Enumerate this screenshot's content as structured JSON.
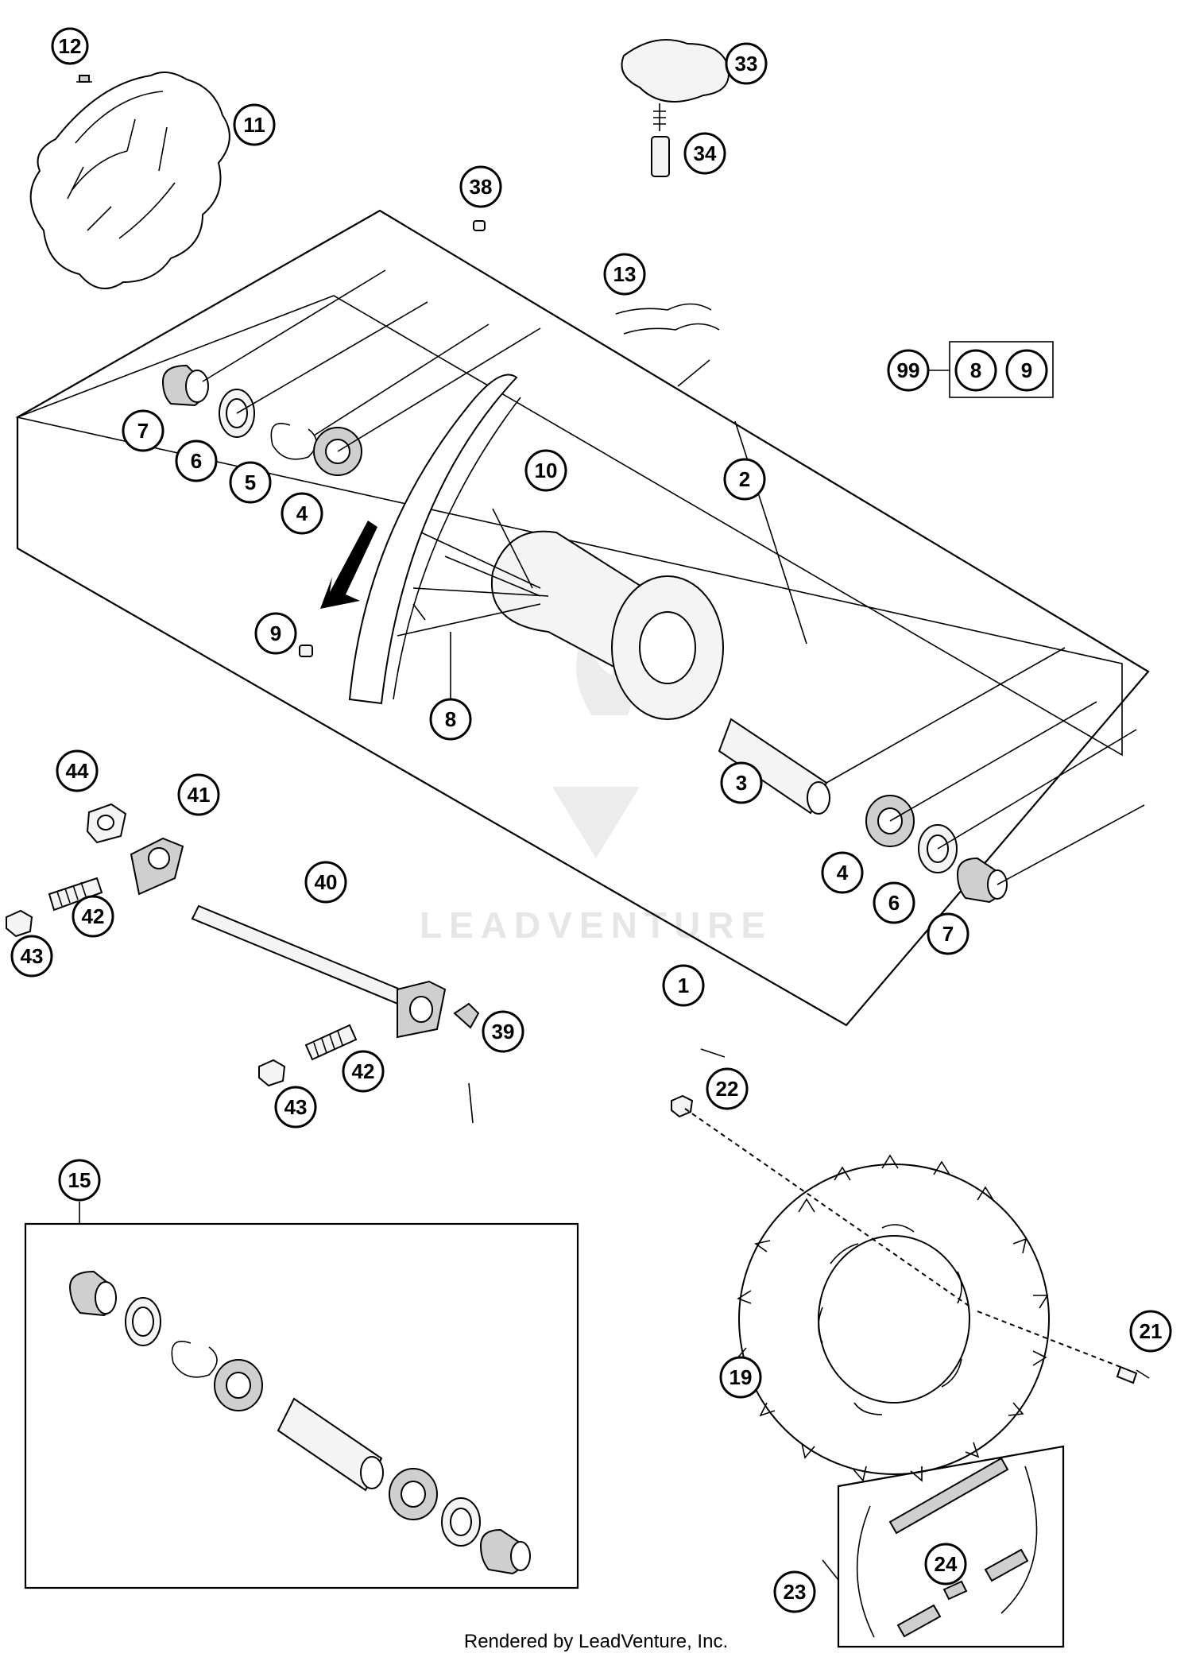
{
  "watermark": "LEADVENTURE",
  "footer": "Rendered by LeadVenture, Inc.",
  "callouts": [
    {
      "id": "c12",
      "label": "12"
    },
    {
      "id": "c11",
      "label": "11"
    },
    {
      "id": "c33",
      "label": "33"
    },
    {
      "id": "c34",
      "label": "34"
    },
    {
      "id": "c38",
      "label": "38"
    },
    {
      "id": "c13",
      "label": "13"
    },
    {
      "id": "c99",
      "label": "99"
    },
    {
      "id": "c8a",
      "label": "8"
    },
    {
      "id": "c9a",
      "label": "9"
    },
    {
      "id": "c7a",
      "label": "7"
    },
    {
      "id": "c6a",
      "label": "6"
    },
    {
      "id": "c5a",
      "label": "5"
    },
    {
      "id": "c4a",
      "label": "4"
    },
    {
      "id": "c10",
      "label": "10"
    },
    {
      "id": "c2",
      "label": "2"
    },
    {
      "id": "c9b",
      "label": "9"
    },
    {
      "id": "c8b",
      "label": "8"
    },
    {
      "id": "c44",
      "label": "44"
    },
    {
      "id": "c41",
      "label": "41"
    },
    {
      "id": "c3",
      "label": "3"
    },
    {
      "id": "c4b",
      "label": "4"
    },
    {
      "id": "c6b",
      "label": "6"
    },
    {
      "id": "c7b",
      "label": "7"
    },
    {
      "id": "c40",
      "label": "40"
    },
    {
      "id": "c42a",
      "label": "42"
    },
    {
      "id": "c43a",
      "label": "43"
    },
    {
      "id": "c1",
      "label": "1"
    },
    {
      "id": "c39",
      "label": "39"
    },
    {
      "id": "c42b",
      "label": "42"
    },
    {
      "id": "c43b",
      "label": "43"
    },
    {
      "id": "c22",
      "label": "22"
    },
    {
      "id": "c15",
      "label": "15"
    },
    {
      "id": "c21",
      "label": "21"
    },
    {
      "id": "c19",
      "label": "19"
    },
    {
      "id": "c24",
      "label": "24"
    },
    {
      "id": "c23",
      "label": "23"
    }
  ]
}
